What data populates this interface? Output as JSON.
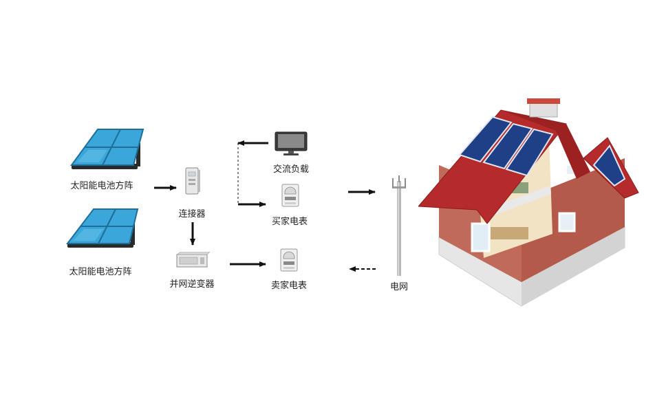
{
  "labels": {
    "solar_array_1": "太阳能电池方阵",
    "solar_array_2": "太阳能电池方阵",
    "connector": "连接器",
    "inverter": "并网逆变器",
    "ac_load": "交流负载",
    "buy_meter": "买家电表",
    "sell_meter": "卖家电表",
    "grid": "电网"
  },
  "colors": {
    "panel_blue": "#3ba6d9",
    "panel_frame": "#2a2a2a",
    "roof_red": "#b52a2a",
    "wall_brick": "#c06a5a",
    "arrow": "#111111"
  },
  "icons": {
    "solar_array_1": "solar-panel-icon",
    "solar_array_2": "solar-panel-icon",
    "connector": "junction-box-icon",
    "inverter": "inverter-icon",
    "ac_load": "monitor-icon",
    "buy_meter": "electric-meter-icon",
    "sell_meter": "electric-meter-icon",
    "grid": "utility-pole-icon",
    "house": "house-cutaway-icon"
  }
}
